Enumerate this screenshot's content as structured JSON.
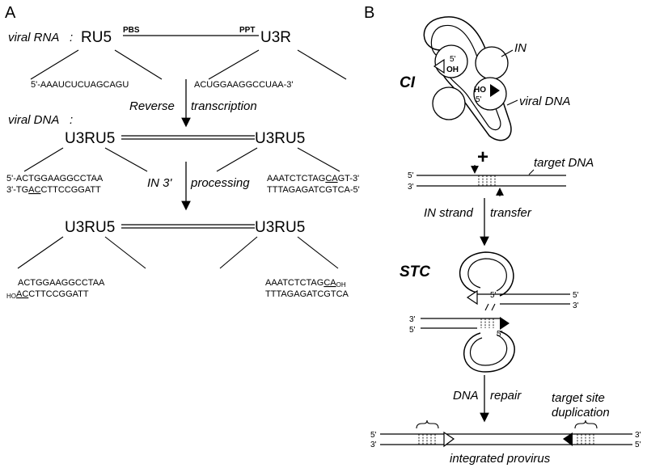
{
  "panel_a": {
    "label": "A",
    "viral_rna_label": "viral RNA",
    "colon": ":",
    "ru5": "RU5",
    "pbs": "PBS",
    "ppt": "PPT",
    "u3r": "U3R",
    "rna_seq_left": "5'-AAAUCUCUAGCAGU",
    "rna_seq_right": "ACUGGAAGGCCUAA-3'",
    "step1_left": "Reverse",
    "step1_right": "transcription",
    "viral_dna_label": "viral DNA",
    "u3ru5": "U3RU5",
    "dna_top_left": "5'-ACTGGAAGGCCTAA",
    "dna_bottom_left_a": "3'-TG",
    "dna_bottom_left_b": "AC",
    "dna_bottom_left_c": "CTTCCGGATT",
    "dna_top_right_a": "AAATCTCTAG",
    "dna_top_right_b": "CA",
    "dna_top_right_c": "GT-3'",
    "dna_bottom_right": "TTTAGAGATCGTCA-5'",
    "step2_left": "IN 3'",
    "step2_right": "processing",
    "proc_top_left": "ACTGGAAGGCCTAA",
    "ho": "HO",
    "proc_bottom_left_b": "AC",
    "proc_bottom_left_c": "CTTCCGGATT",
    "proc_top_right_a": "AAATCTCTAG",
    "proc_top_right_b": "CA",
    "oh": "OH",
    "proc_bottom_right": "TTTAGAGATCGTCA"
  },
  "panel_b": {
    "label": "B",
    "ci": "CI",
    "in_label": "IN",
    "five_prime": "5'",
    "three_prime": "3'",
    "oh": "OH",
    "ho": "HO",
    "viral_dna": "viral DNA",
    "plus": "+",
    "target_dna": "target DNA",
    "step_in": "IN strand",
    "step_transfer": "transfer",
    "stc": "STC",
    "step_dna": "DNA",
    "step_repair": "repair",
    "tsd_line1": "target site",
    "tsd_line2": "duplication",
    "provirus": "integrated provirus"
  }
}
